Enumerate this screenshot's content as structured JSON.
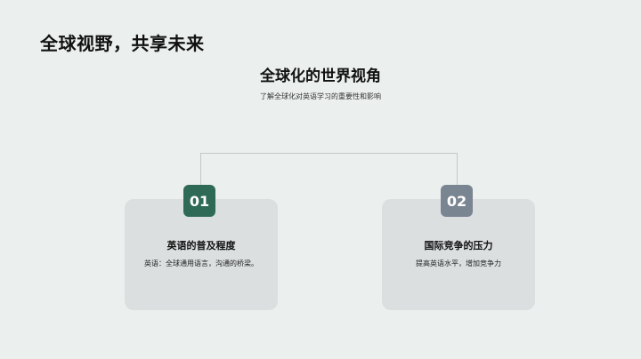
{
  "slide": {
    "title": "全球视野，共享未来",
    "section_title": "全球化的世界视角",
    "section_subtitle": "了解全球化对英语学习的重要性和影响"
  },
  "cards": [
    {
      "number": "01",
      "title": "英语的普及程度",
      "description": "英语：全球通用语言，沟通的桥梁。",
      "badge_color": "#2f6a56"
    },
    {
      "number": "02",
      "title": "国际竞争的压力",
      "description": "提高英语水平，增加竞争力",
      "badge_color": "#7a8592"
    }
  ],
  "colors": {
    "background": "#ebefee",
    "card_background": "#dbdfe0",
    "connector": "#c3c9c8"
  }
}
